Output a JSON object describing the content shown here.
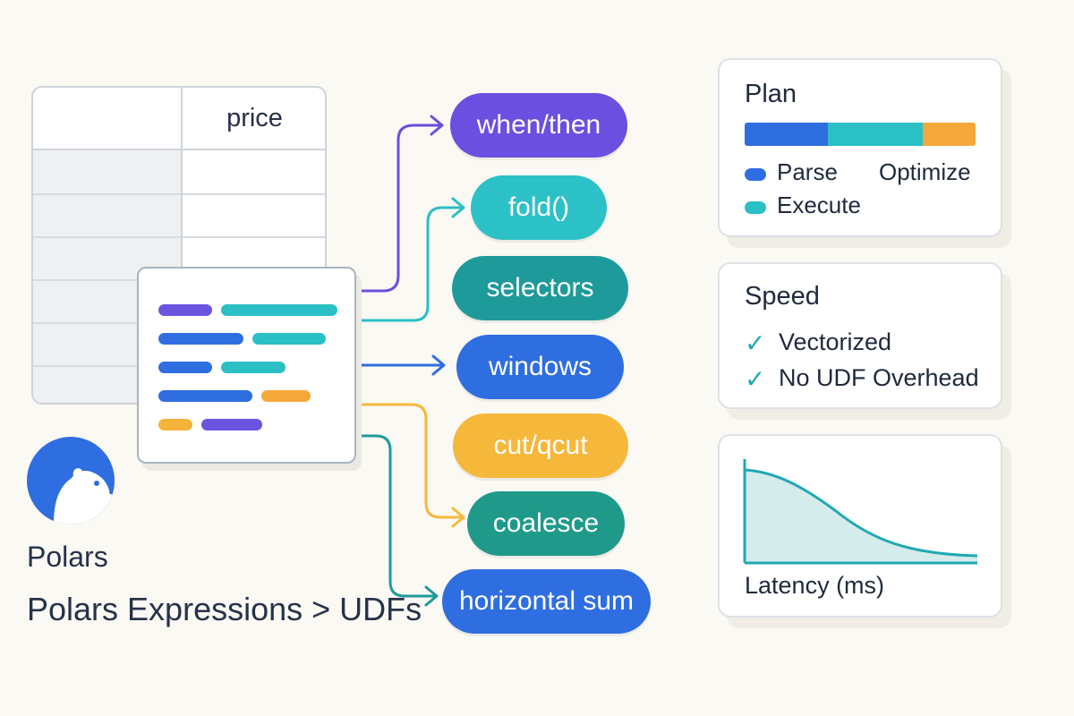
{
  "table": {
    "header": "price"
  },
  "code_lines": [
    [
      {
        "color": "#6b54e0",
        "w": 60
      },
      {
        "color": "#2bbfc6",
        "w": 130
      }
    ],
    [
      {
        "color": "#2f6ee0",
        "w": 95
      },
      {
        "color": "#2bbfc6",
        "w": 82
      }
    ],
    [
      {
        "color": "#2f6ee0",
        "w": 60
      },
      {
        "color": "#2bbfc6",
        "w": 72
      }
    ],
    [
      {
        "color": "#2f6ee0",
        "w": 105
      },
      {
        "color": "#f5a83a",
        "w": 55
      }
    ],
    [
      {
        "color": "#f5b33a",
        "w": 38
      },
      {
        "color": "#6b54e0",
        "w": 68
      }
    ]
  ],
  "pills": [
    {
      "label": "when/then",
      "color": "#6a4fe0"
    },
    {
      "label": "fold()",
      "color": "#2cc1c6"
    },
    {
      "label": "selectors",
      "color": "#1f9a9a"
    },
    {
      "label": "windows",
      "color": "#2f6ee0"
    },
    {
      "label": "cut/qcut",
      "color": "#f6b83b"
    },
    {
      "label": "coalesce",
      "color": "#1f9a8a"
    },
    {
      "label": "horizontal sum",
      "color": "#2f6ee0"
    }
  ],
  "brand": {
    "logo_icon": "polar-bear-icon",
    "name": "Polars",
    "tagline": "Polars Expressions > UDFs"
  },
  "plan": {
    "title": "Plan",
    "segments": [
      {
        "name": "Parse",
        "fraction": 0.36,
        "color": "#2f6ee0"
      },
      {
        "name": "Optimize",
        "fraction": 0.41,
        "color": "#2bbfc6"
      },
      {
        "name": "Execute",
        "fraction": 0.23,
        "color": "#f5a83a"
      }
    ],
    "legend": [
      {
        "label": "Parse",
        "color": "#2f6ee0"
      },
      {
        "label": "Optimize",
        "color": null
      },
      {
        "label": "Execute",
        "color": "#2bbfc6"
      }
    ]
  },
  "speed": {
    "title": "Speed",
    "items": [
      "Vectorized",
      "No UDF Overhead"
    ],
    "check_icon": "check-icon",
    "check_color": "#20a8b3"
  },
  "latency": {
    "xlabel": "Latency (ms)",
    "line_color": "#20a8b3",
    "fill_color": "#d4eceb"
  }
}
